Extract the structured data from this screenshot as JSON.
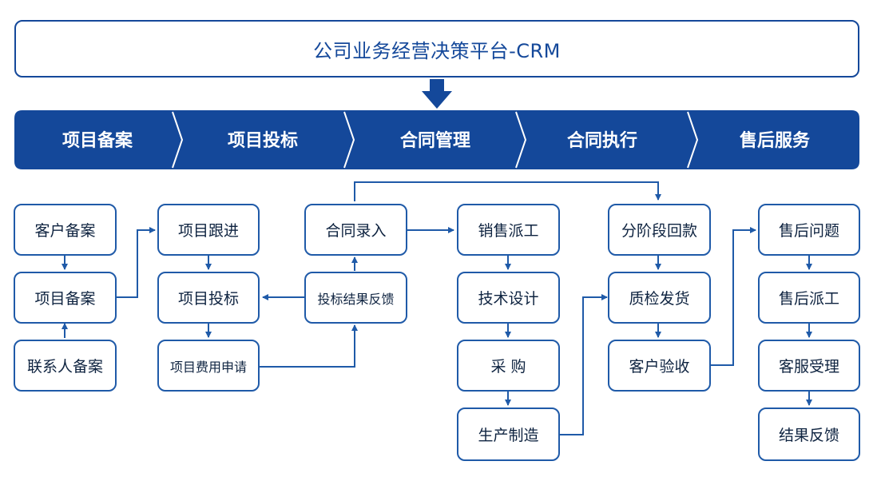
{
  "title": "公司业务经营决策平台-CRM",
  "phases": [
    "项目备案",
    "项目投标",
    "合同管理",
    "合同执行",
    "售后服务"
  ],
  "columns": {
    "col1": [
      "客户备案",
      "项目备案",
      "联系人备案"
    ],
    "col2": [
      "项目跟进",
      "项目投标",
      "项目费用申请"
    ],
    "col3": [
      "合同录入",
      "投标结果反馈"
    ],
    "col4": [
      "销售派工",
      "技术设计",
      "采 购",
      "生产制造"
    ],
    "col5": [
      "分阶段回款",
      "质检发货",
      "客户验收"
    ],
    "col6": [
      "售后问题",
      "售后派工",
      "客服受理",
      "结果反馈"
    ]
  },
  "colors": {
    "primary": "#14489a",
    "node_border": "#1f5aa8",
    "arrow": "#1f5aa8",
    "text": "#0e2340"
  }
}
